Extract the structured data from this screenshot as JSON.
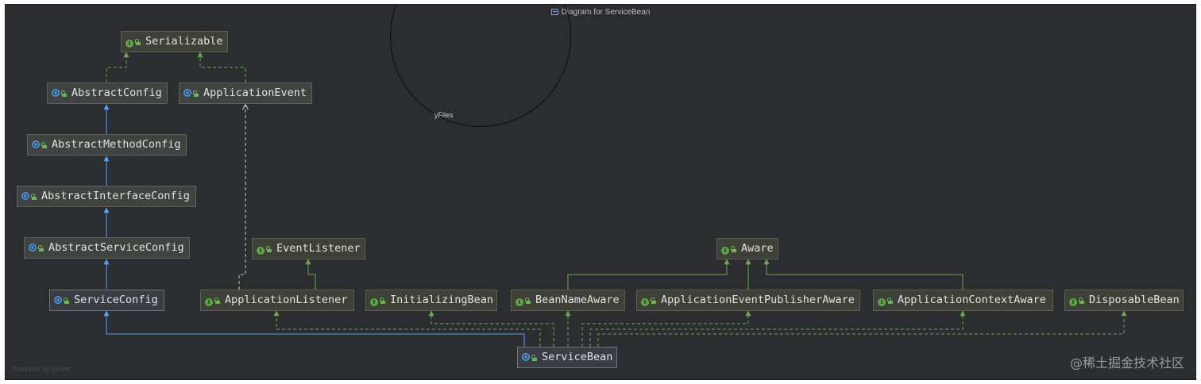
{
  "window": {
    "title": "Diagram for ServiceBean"
  },
  "lens": {
    "text": "yFiles"
  },
  "footer": {
    "powered_by": "Powered by yFiles"
  },
  "watermark": "@稀土掘金技术社区",
  "colors": {
    "canvas": "#2b2d30",
    "node_fill": "#414340",
    "extends_edge": "#5c9ded",
    "implements_edge": "#6aa84f",
    "interface_badge": "#5fa34a",
    "class_badge": "#4d8fcf"
  },
  "nodes": {
    "serializable": {
      "label": "Serializable",
      "kind": "interface"
    },
    "abstract_config": {
      "label": "AbstractConfig",
      "kind": "abstract-class"
    },
    "application_event": {
      "label": "ApplicationEvent",
      "kind": "abstract-class"
    },
    "abstract_method_config": {
      "label": "AbstractMethodConfig",
      "kind": "abstract-class"
    },
    "abstract_interface_config": {
      "label": "AbstractInterfaceConfig",
      "kind": "abstract-class"
    },
    "abstract_service_config": {
      "label": "AbstractServiceConfig",
      "kind": "abstract-class"
    },
    "service_config": {
      "label": "ServiceConfig",
      "kind": "class"
    },
    "event_listener": {
      "label": "EventListener",
      "kind": "interface"
    },
    "aware": {
      "label": "Aware",
      "kind": "interface"
    },
    "application_listener": {
      "label": "ApplicationListener",
      "kind": "interface"
    },
    "initializing_bean": {
      "label": "InitializingBean",
      "kind": "interface"
    },
    "bean_name_aware": {
      "label": "BeanNameAware",
      "kind": "interface"
    },
    "application_event_publisher_aware": {
      "label": "ApplicationEventPublisherAware",
      "kind": "interface"
    },
    "application_context_aware": {
      "label": "ApplicationContextAware",
      "kind": "interface"
    },
    "disposable_bean": {
      "label": "DisposableBean",
      "kind": "interface"
    },
    "service_bean": {
      "label": "ServiceBean",
      "kind": "class"
    }
  },
  "edges": [
    {
      "from": "abstract_config",
      "to": "serializable",
      "type": "implements"
    },
    {
      "from": "application_event",
      "to": "serializable",
      "type": "implements"
    },
    {
      "from": "abstract_method_config",
      "to": "abstract_config",
      "type": "extends"
    },
    {
      "from": "abstract_interface_config",
      "to": "abstract_method_config",
      "type": "extends"
    },
    {
      "from": "abstract_service_config",
      "to": "abstract_interface_config",
      "type": "extends"
    },
    {
      "from": "service_config",
      "to": "abstract_service_config",
      "type": "extends"
    },
    {
      "from": "application_listener",
      "to": "application_event",
      "type": "depends"
    },
    {
      "from": "application_listener",
      "to": "event_listener",
      "type": "extends-interface"
    },
    {
      "from": "bean_name_aware",
      "to": "aware",
      "type": "extends-interface"
    },
    {
      "from": "application_event_publisher_aware",
      "to": "aware",
      "type": "extends-interface"
    },
    {
      "from": "application_context_aware",
      "to": "aware",
      "type": "extends-interface"
    },
    {
      "from": "service_bean",
      "to": "service_config",
      "type": "extends"
    },
    {
      "from": "service_bean",
      "to": "application_listener",
      "type": "implements"
    },
    {
      "from": "service_bean",
      "to": "initializing_bean",
      "type": "implements"
    },
    {
      "from": "service_bean",
      "to": "bean_name_aware",
      "type": "implements"
    },
    {
      "from": "service_bean",
      "to": "application_event_publisher_aware",
      "type": "implements"
    },
    {
      "from": "service_bean",
      "to": "application_context_aware",
      "type": "implements"
    },
    {
      "from": "service_bean",
      "to": "disposable_bean",
      "type": "implements"
    }
  ]
}
